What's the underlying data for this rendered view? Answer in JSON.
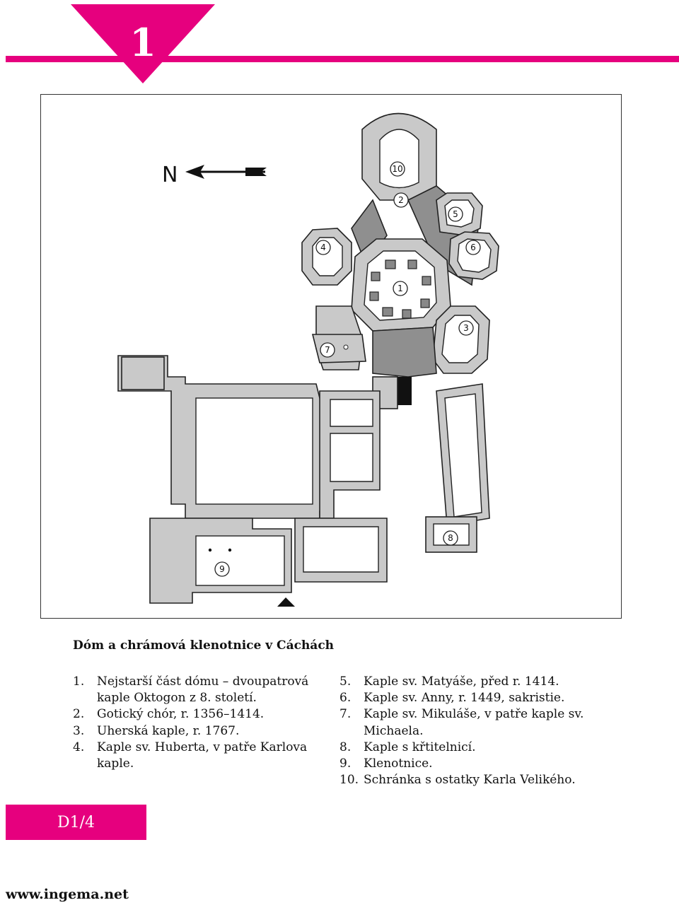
{
  "header": {
    "chapter_number": "1",
    "accent_color": "#e6007e"
  },
  "plan": {
    "north_label": "N",
    "room_labels": [
      "10",
      "2",
      "5",
      "4",
      "6",
      "1",
      "3",
      "7",
      "8",
      "9"
    ]
  },
  "caption": {
    "title": "Dóm a chrámová klenotnice v Cáchách"
  },
  "legend_left": [
    {
      "num": "1.",
      "text": "Nejstarší část dómu – dvoupatrová kaple Oktogon z 8. století."
    },
    {
      "num": "2.",
      "text": "Gotický chór,  r. 1356–1414."
    },
    {
      "num": "3.",
      "text": "Uherská kaple,  r. 1767."
    },
    {
      "num": "4.",
      "text": "Kaple sv. Huberta, v patře Karlova kaple."
    }
  ],
  "legend_right": [
    {
      "num": "5.",
      "text": "Kaple sv. Matyáše, před r. 1414."
    },
    {
      "num": "6.",
      "text": "Kaple sv. Anny,  r. 1449, sakristie."
    },
    {
      "num": "7.",
      "text": "Kaple sv. Mikuláše, v patře kaple sv. Michaela."
    },
    {
      "num": "8.",
      "text": "Kaple s křtitelnicí."
    },
    {
      "num": "9.",
      "text": "Klenotnice."
    },
    {
      "num": "10.",
      "text": "Schránka s ostatky Karla Velikého."
    }
  ],
  "footer": {
    "page_code": "D1/4",
    "url": "www.ingema.net"
  }
}
